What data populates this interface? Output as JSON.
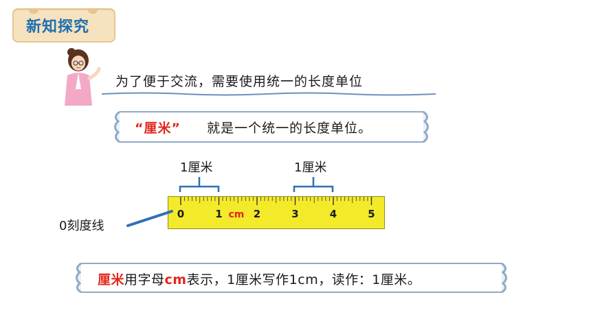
{
  "section_tag": "新知探究",
  "teacher_speech": "为了便于交流，需要使用统一的长度单位",
  "definition": {
    "term": "“厘米”",
    "text": "就是一个统一的长度单位。"
  },
  "ruler": {
    "bracket_labels": [
      "1厘米",
      "1厘米"
    ],
    "ticks": [
      "0",
      "1",
      "2",
      "3",
      "4",
      "5"
    ],
    "unit_label": "cm",
    "zero_line_label": "0刻度线",
    "colors": {
      "ruler": "#f3ea2a",
      "pointer": "#2f6fb3",
      "bracket": "#2f6fb3",
      "unit": "#e2261b"
    }
  },
  "summary": {
    "term": "厘米",
    "part1": "用字母",
    "abbr": "cm",
    "part2": "表示，1厘米写作1cm，读作：1厘米。"
  },
  "colors": {
    "accent_red": "#e2261b",
    "tag_blue": "#1f6fb0",
    "tag_bg": "#f6e2bf"
  }
}
